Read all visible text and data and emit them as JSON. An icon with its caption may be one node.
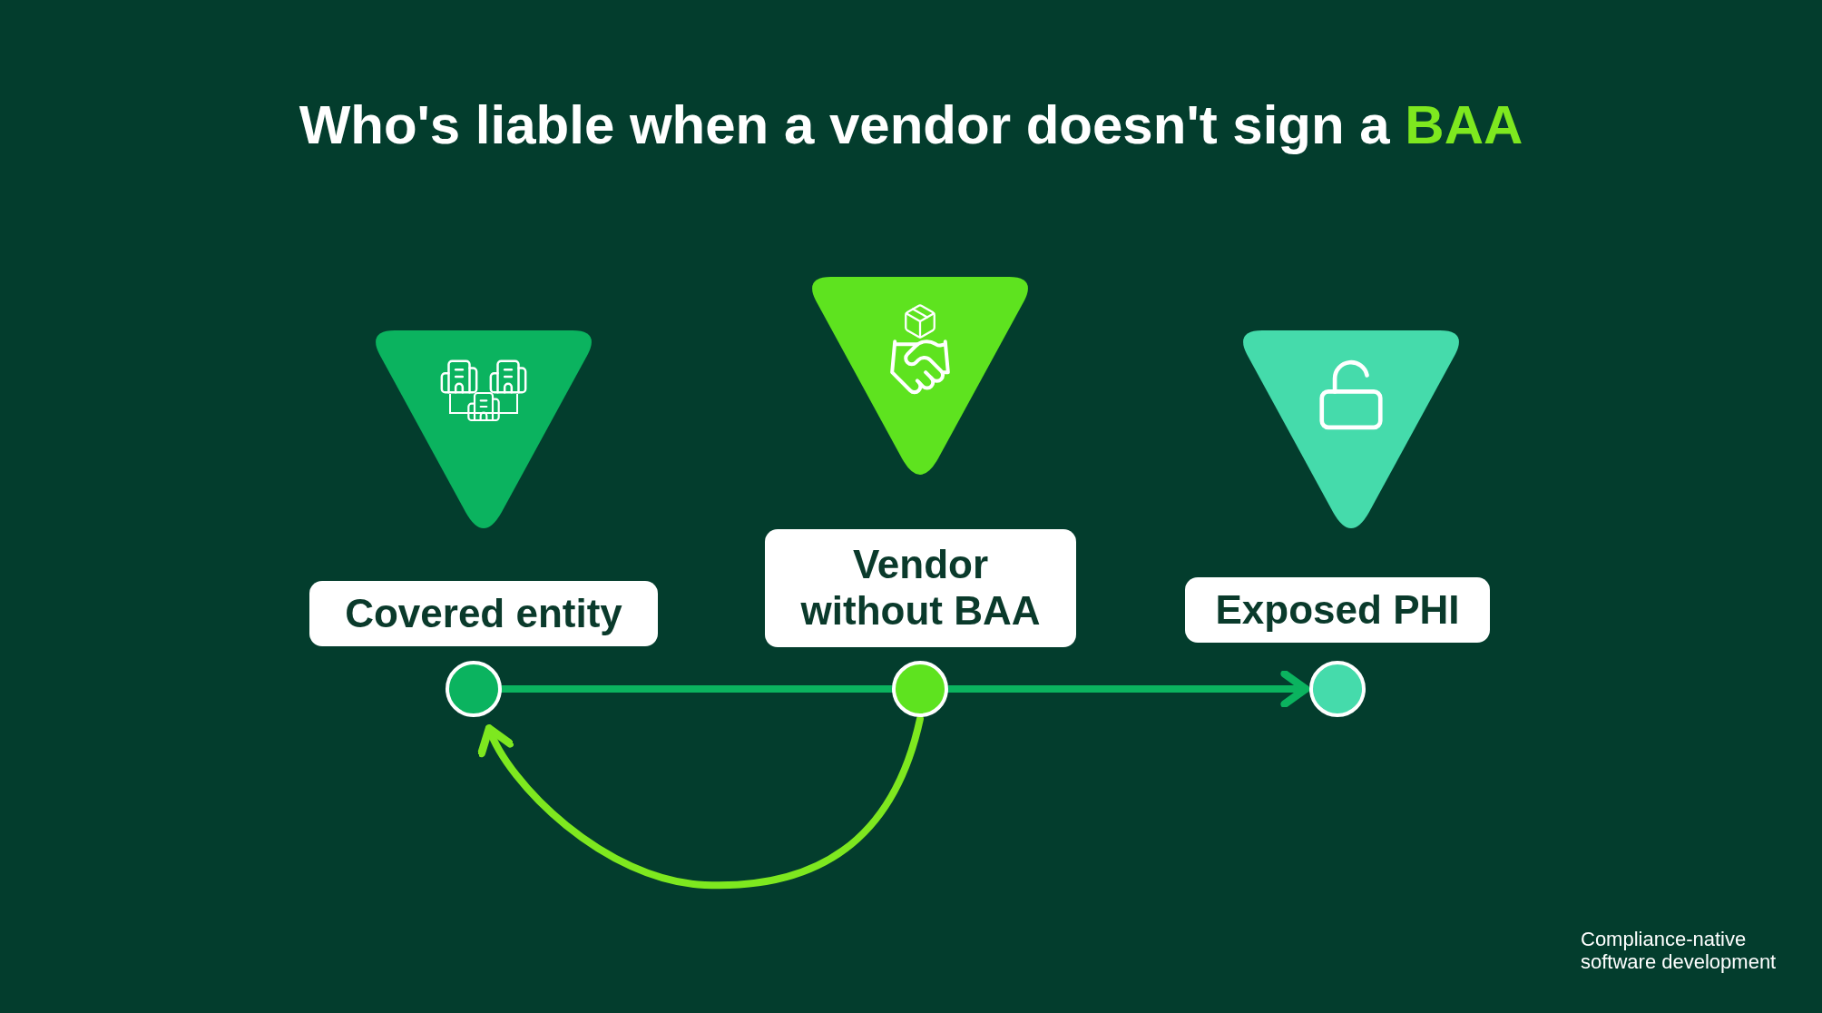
{
  "diagram": {
    "title": "Who's liable when a vendor doesn't sign a **BAA**",
    "nodes": [
      {
        "text": [
          "Covered entity"
        ]
      },
      {
        "text": [
          "Vendor without BAA"
        ]
      },
      {
        "text": [
          "Exposed PHI"
        ]
      },
      {
        "text": [],
        "shape": "circle"
      },
      {
        "text": [],
        "shape": "circle"
      },
      {
        "text": [],
        "shape": "circle"
      },
      {
        "text": [],
        "shape": "triangle"
      },
      {
        "text": [],
        "shape": "triangle"
      },
      {
        "text": [],
        "shape": "triangle"
      }
    ],
    "edges": [
      {
        "from": 3,
        "to": 4,
        "arrow": "none"
      },
      {
        "from": 4,
        "to": 5,
        "arrow": "to"
      },
      {
        "from": 4,
        "to": 3,
        "arrow": "to",
        "color": "#7ee81f"
      }
    ],
    "labels": [
      "Compliance-native software development"
    ]
  }
}
